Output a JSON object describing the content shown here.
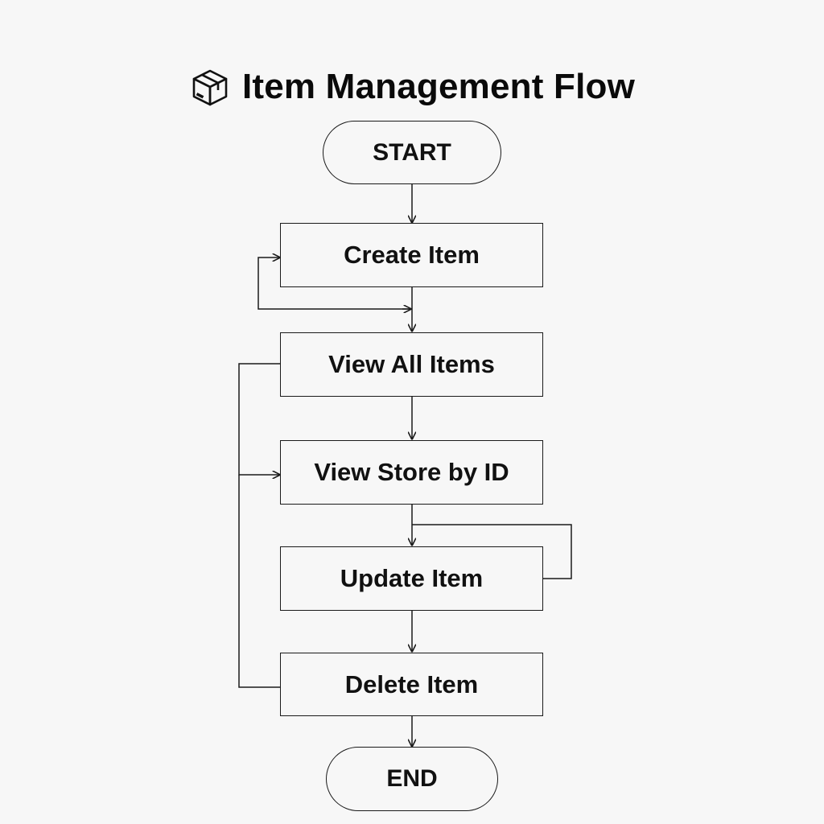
{
  "diagram": {
    "title": "Item Management Flow",
    "title_icon": "package-box-icon",
    "start_label": "START",
    "end_label": "END",
    "steps": [
      {
        "id": "create",
        "label": "Create Item"
      },
      {
        "id": "view-all",
        "label": "View All Items"
      },
      {
        "id": "view-store",
        "label": "View Store by ID"
      },
      {
        "id": "update",
        "label": "Update Item"
      },
      {
        "id": "delete",
        "label": "Delete Item"
      }
    ],
    "edges": [
      {
        "from": "start",
        "to": "create"
      },
      {
        "from": "create",
        "to": "view-all"
      },
      {
        "from": "create",
        "to": "create",
        "type": "loop-left"
      },
      {
        "from": "view-all",
        "to": "view-store"
      },
      {
        "from": "view-all",
        "to": "view-store",
        "type": "bypass-left"
      },
      {
        "from": "delete",
        "to": "view-store",
        "type": "bypass-left"
      },
      {
        "from": "view-store",
        "to": "update"
      },
      {
        "from": "update",
        "to": "update",
        "type": "loop-right"
      },
      {
        "from": "update",
        "to": "delete"
      },
      {
        "from": "delete",
        "to": "end"
      }
    ]
  }
}
